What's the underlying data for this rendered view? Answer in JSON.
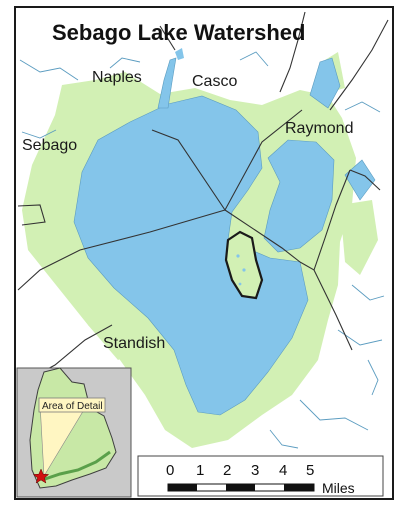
{
  "title": "Sebago Lake Watershed",
  "towns": [
    "Naples",
    "Casco",
    "Raymond",
    "Sebago",
    "Standish"
  ],
  "inset": {
    "label": "Area of Detail",
    "marker_icon": "star-icon",
    "marker_color": "#d01010"
  },
  "scale_bar": {
    "ticks": [
      "0",
      "1",
      "2",
      "3",
      "4",
      "5"
    ],
    "unit": "Miles"
  },
  "colors": {
    "lake": "#84c5ea",
    "watershed": "#d2f0b4",
    "land": "#ffffff",
    "inset_state": "#c8e8a6",
    "inset_bg": "#c9c9c9"
  }
}
